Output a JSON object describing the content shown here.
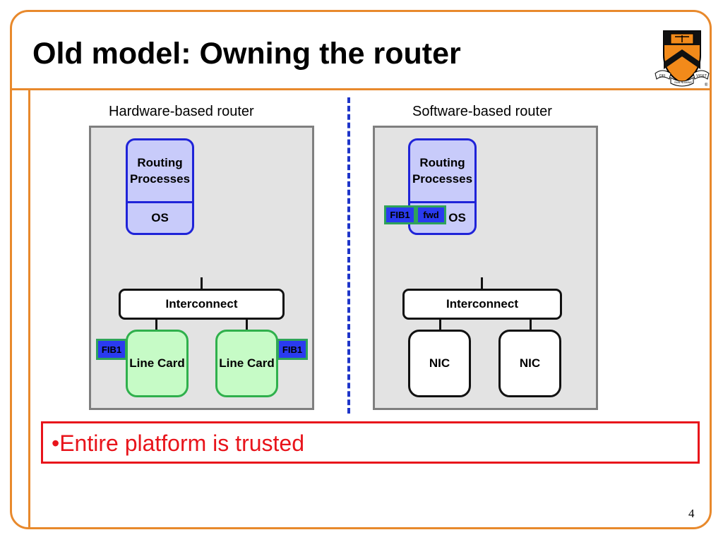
{
  "slide": {
    "title": "Old model: Owning the router",
    "page_number": "4"
  },
  "logo": {
    "motto_left": "DEI",
    "motto_center": "SUB NUMINE",
    "motto_right": "VIGET",
    "mark": "®"
  },
  "left_panel": {
    "label": "Hardware-based router",
    "routing_processes": "Routing Processes",
    "os": "OS",
    "interconnect": "Interconnect",
    "line_card_1": "Line Card",
    "line_card_2": "Line Card",
    "fib_1": "FIB1",
    "fib_2": "FIB1"
  },
  "right_panel": {
    "label": "Software-based router",
    "routing_processes": "Routing Processes",
    "os": "OS",
    "fib": "FIB1",
    "fwd": "fwd",
    "interconnect": "Interconnect",
    "nic_1": "NIC",
    "nic_2": "NIC"
  },
  "callout": {
    "text": "•Entire platform is trusted"
  },
  "colors": {
    "accent_orange": "#e8892c",
    "routing_blue": "#1f23d8",
    "line_card_green": "#2fb04c",
    "callout_red": "#e8141b"
  }
}
